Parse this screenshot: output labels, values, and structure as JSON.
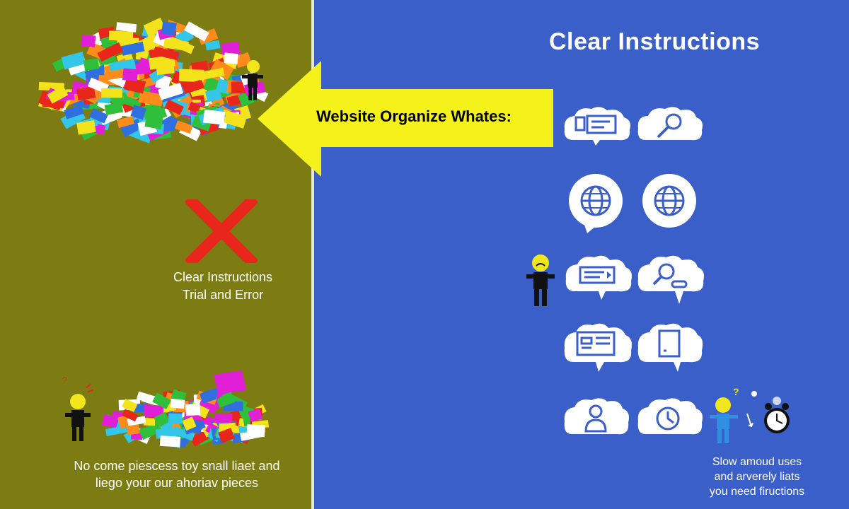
{
  "heading": "Clear Instructions",
  "arrow_label": "Website Organize Whates:",
  "left_labels": {
    "line1": "Clear Instructions",
    "line2": "Trial and Error"
  },
  "left_caption": {
    "line1": "No come piescess toy snall liaet and",
    "line2": "liego your our ahoriav pieces"
  },
  "right_caption": {
    "line1": "Slow amoud uses",
    "line2": "and arverely liats",
    "line3": "you need fiructions"
  },
  "colors": {
    "left_panel": "#7d7c12",
    "right_panel": "#3b5fc9",
    "arrow": "#f4f21a",
    "cross": "#e8261c",
    "bubble": "#ffffff",
    "icon": "#3b5fc9"
  },
  "icons": [
    "id-card-icon",
    "magnifier-icon",
    "globe-icon",
    "globe-icon",
    "ticket-icon",
    "search-key-icon",
    "document-icon",
    "tablet-icon",
    "user-icon",
    "clock-icon"
  ]
}
